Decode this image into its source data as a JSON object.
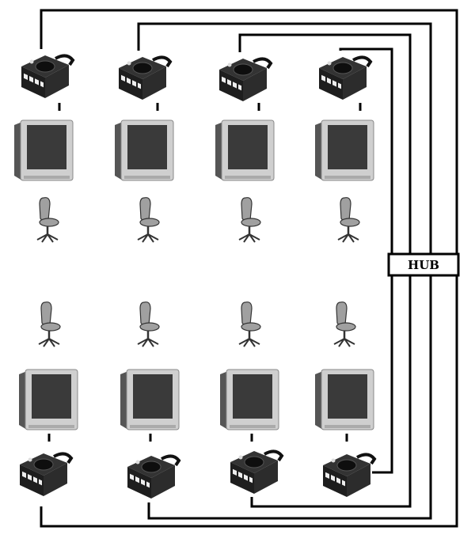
{
  "diagram": {
    "hub_label": "HUB",
    "stations_per_row": 4,
    "rows": [
      "top",
      "bottom"
    ],
    "colors": {
      "console": "#2a2a2a",
      "tv_frame": "#c8c8c8",
      "screen": "#3a3a3a",
      "chair": "#9a9a9a",
      "wire": "#000000"
    }
  }
}
